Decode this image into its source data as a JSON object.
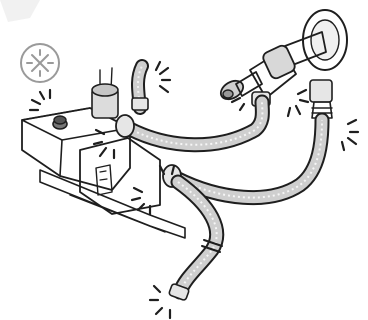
{
  "diagram": {
    "colors": {
      "line": "#1e1e1e",
      "hose_fill": "#cfcfcf",
      "hose_shade": "#8e8e8e",
      "metal_fill": "#e6e6e6",
      "metal_shade": "#b0b0b0",
      "base_fill": "#f2f2f2",
      "icon_ring": "#9a9a9a",
      "bg": "#ffffff"
    },
    "elements": [
      {
        "id": "no-tools-symbol",
        "icon": "crossed-star-in-circle"
      },
      {
        "id": "appliance-base",
        "icon": "valve-manifold-block"
      },
      {
        "id": "wall-tap",
        "icon": "angle-valve-with-wheel"
      },
      {
        "id": "braided-hoses",
        "count": 4
      },
      {
        "id": "hand-tighten-marks",
        "count": 9
      }
    ]
  }
}
